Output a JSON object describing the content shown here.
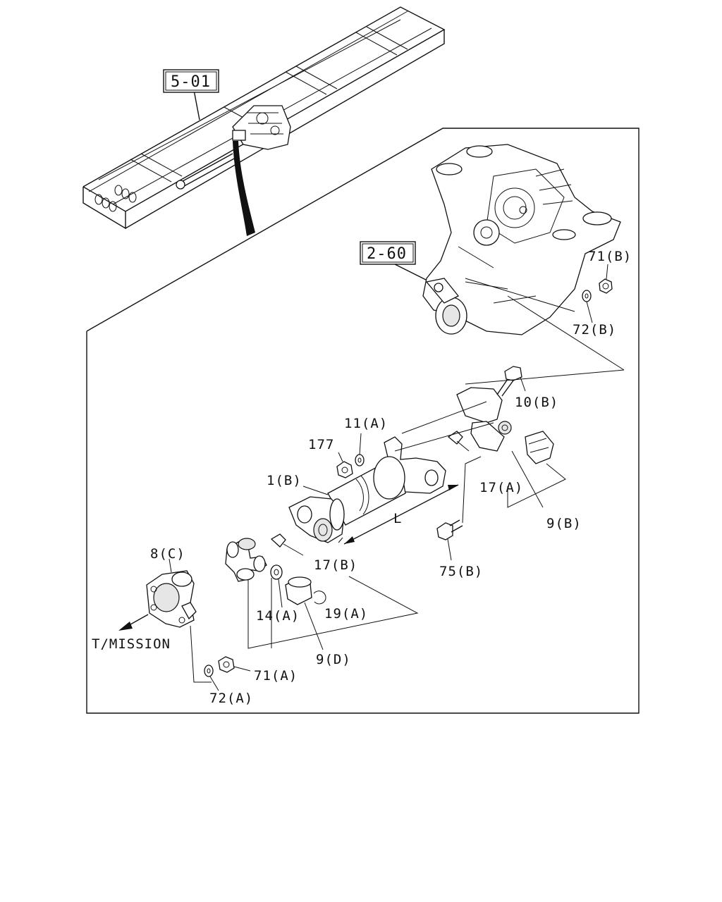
{
  "references": {
    "frame_ref": "5-01",
    "housing_ref": "2-60"
  },
  "direction_label": "T/MISSION",
  "dimension_label": "L",
  "callouts": {
    "p71b": "71(B)",
    "p72b": "72(B)",
    "p10b": "10(B)",
    "p11a": "11(A)",
    "p177": "177",
    "p1b": "1(B)",
    "p17a": "17(A)",
    "p9b": "9(B)",
    "p75b": "75(B)",
    "p17b": "17(B)",
    "p8c": "8(C)",
    "p14a": "14(A)",
    "p19a": "19(A)",
    "p9d": "9(D)",
    "p71a": "71(A)",
    "p72a": "72(A)"
  }
}
